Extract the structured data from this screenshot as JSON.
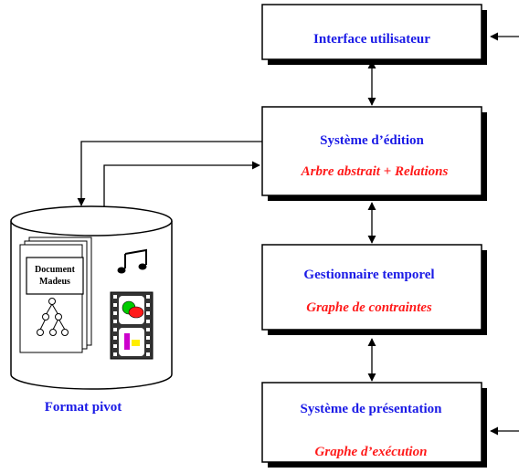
{
  "boxes": {
    "interface": {
      "title": "Interface utilisateur"
    },
    "edition": {
      "title": "Système d’édition",
      "subtitle": "Arbre abstrait + Relations"
    },
    "temporel": {
      "title": "Gestionnaire temporel",
      "subtitle": "Graphe  de contraintes"
    },
    "presentation": {
      "title": "Système de présentation",
      "subtitle": "Graphe d’exécution"
    }
  },
  "storage": {
    "document_line1": "Document",
    "document_line2": "Madeus",
    "label": "Format pivot"
  },
  "icons": [
    "music-note-icon",
    "tree-icon",
    "film-strip-icon"
  ],
  "colors": {
    "title_blue": "#1a1ae6",
    "subtitle_red": "#ff1a1a",
    "stroke": "#000000",
    "shadow": "#000000"
  }
}
